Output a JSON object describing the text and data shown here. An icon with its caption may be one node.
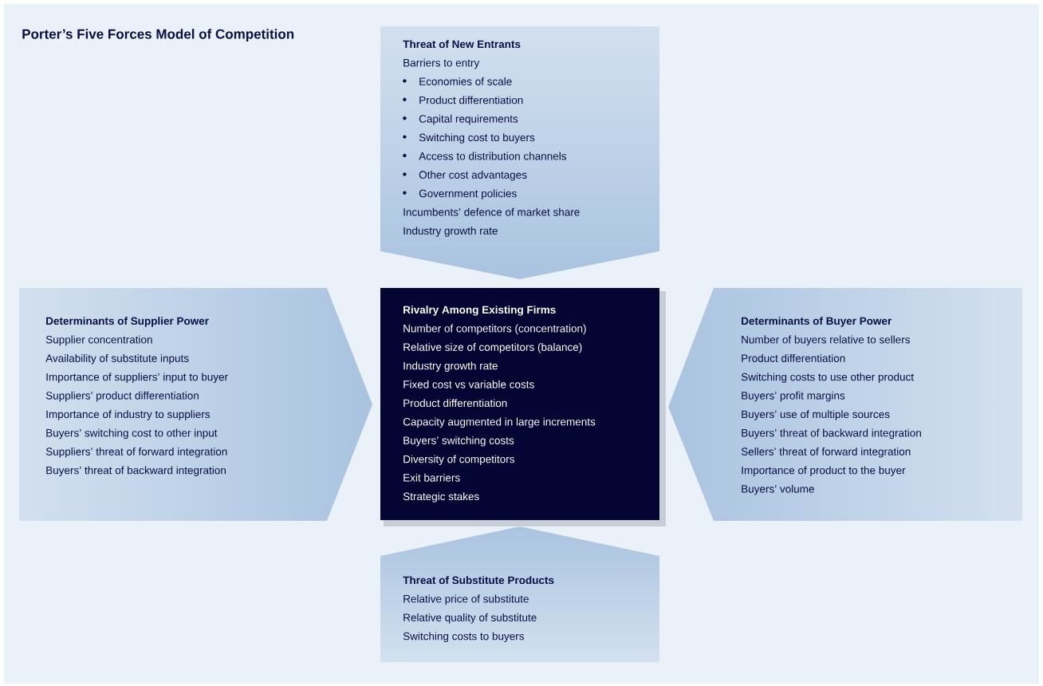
{
  "diagram": {
    "title": "Porter’s Five Forces Model of Competition",
    "nodes": [
      {
        "text": [
          "Threat of New Entrants",
          "Barriers to entry",
          "Economies of scale",
          "Product differentiation",
          "Capital requirements",
          "Switching cost to buyers",
          "Access to distribution channels",
          "Other cost advantages",
          "Government policies",
          "Incumbents’ defence of market share",
          "Industry growth rate"
        ]
      },
      {
        "text": [
          "Determinants of Supplier Power",
          "Supplier concentration",
          "Availability of substitute inputs",
          "Importance of suppliers’ input to buyer",
          "Suppliers’ product differentiation",
          "Importance of industry to suppliers",
          "Buyers’ switching cost to other input",
          "Suppliers’ threat of forward integration",
          "Buyers’ threat of backward integration"
        ]
      },
      {
        "text": [
          "Rivalry Among Existing Firms",
          "Number of competitors (concentration)",
          "Relative size of competitors (balance)",
          "Industry growth rate",
          "Fixed cost vs variable costs",
          "Product differentiation",
          "Capacity augmented in large increments",
          "Buyers’ switching costs",
          "Diversity of competitors",
          "Exit barriers",
          "Strategic stakes"
        ]
      },
      {
        "text": [
          "Determinants of Buyer Power",
          "Number of buyers relative to sellers",
          "Product differentiation",
          "Switching costs to use other product",
          "Buyers’ profit margins",
          "Buyers’ use of multiple sources",
          "Buyers’ threat of backward integration",
          "Sellers’ threat of forward integration",
          "Importance of product to the buyer",
          "Buyers’ volume"
        ]
      },
      {
        "text": [
          "Threat of Substitute Products",
          "Relative price of substitute",
          "Relative quality of substitute",
          "Switching costs to buyers"
        ]
      }
    ]
  }
}
